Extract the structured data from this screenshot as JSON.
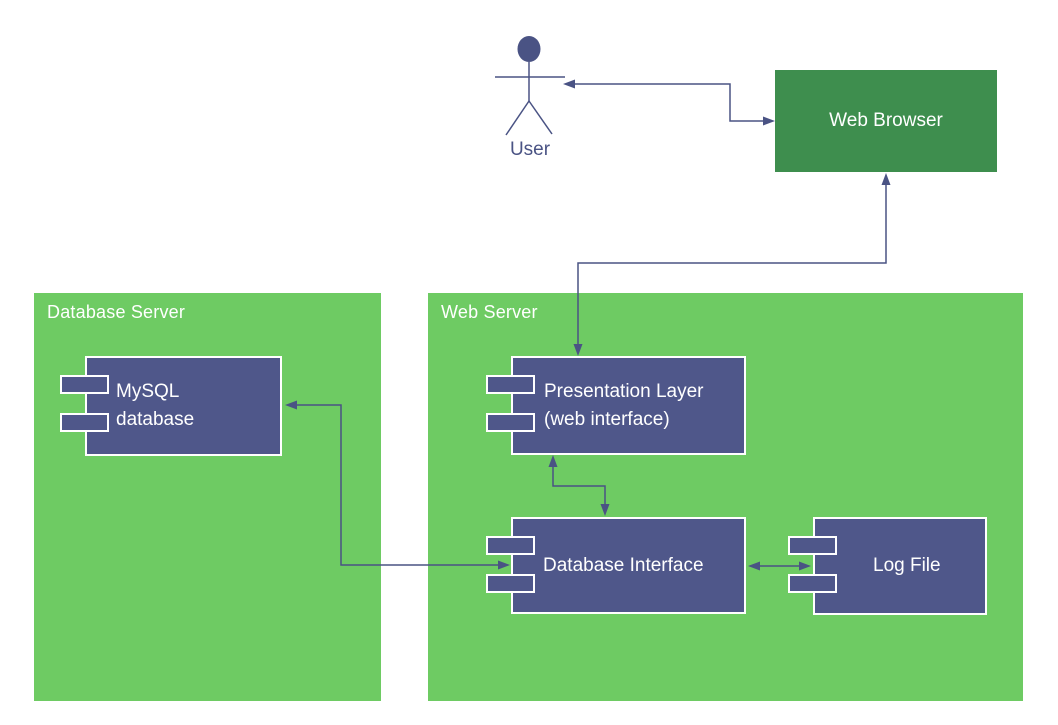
{
  "diagram": {
    "actor": {
      "label": "User"
    },
    "nodes": {
      "web_browser": {
        "label": "Web Browser",
        "type": "block"
      },
      "database_server": {
        "label": "Database Server",
        "type": "container"
      },
      "web_server": {
        "label": "Web Server",
        "type": "container"
      },
      "mysql_database": {
        "label": "MySQL\ndatabase",
        "type": "component",
        "parent": "Database Server"
      },
      "presentation_layer": {
        "label": "Presentation Layer\n(web interface)",
        "type": "component",
        "parent": "Web Server"
      },
      "database_interface": {
        "label": "Database Interface",
        "type": "component",
        "parent": "Web Server"
      },
      "log_file": {
        "label": "Log File",
        "type": "component",
        "parent": "Web Server"
      }
    },
    "connectors": [
      {
        "between": [
          "User",
          "Web Browser"
        ],
        "style": "double-arrow"
      },
      {
        "between": [
          "Web Browser",
          "Presentation Layer (web interface)"
        ],
        "style": "double-arrow"
      },
      {
        "between": [
          "Presentation Layer (web interface)",
          "Database Interface"
        ],
        "style": "double-arrow"
      },
      {
        "between": [
          "MySQL database",
          "Database Interface"
        ],
        "style": "double-arrow"
      },
      {
        "between": [
          "Database Interface",
          "Log File"
        ],
        "style": "double-arrow"
      }
    ],
    "colors": {
      "container_green": "#6ECB63",
      "block_green": "#3E8E4E",
      "component_blue": "#4F578A",
      "connector_blue": "#4A5384",
      "label_white": "#FFFFFF",
      "canvas_white": "#FFFFFF"
    }
  }
}
